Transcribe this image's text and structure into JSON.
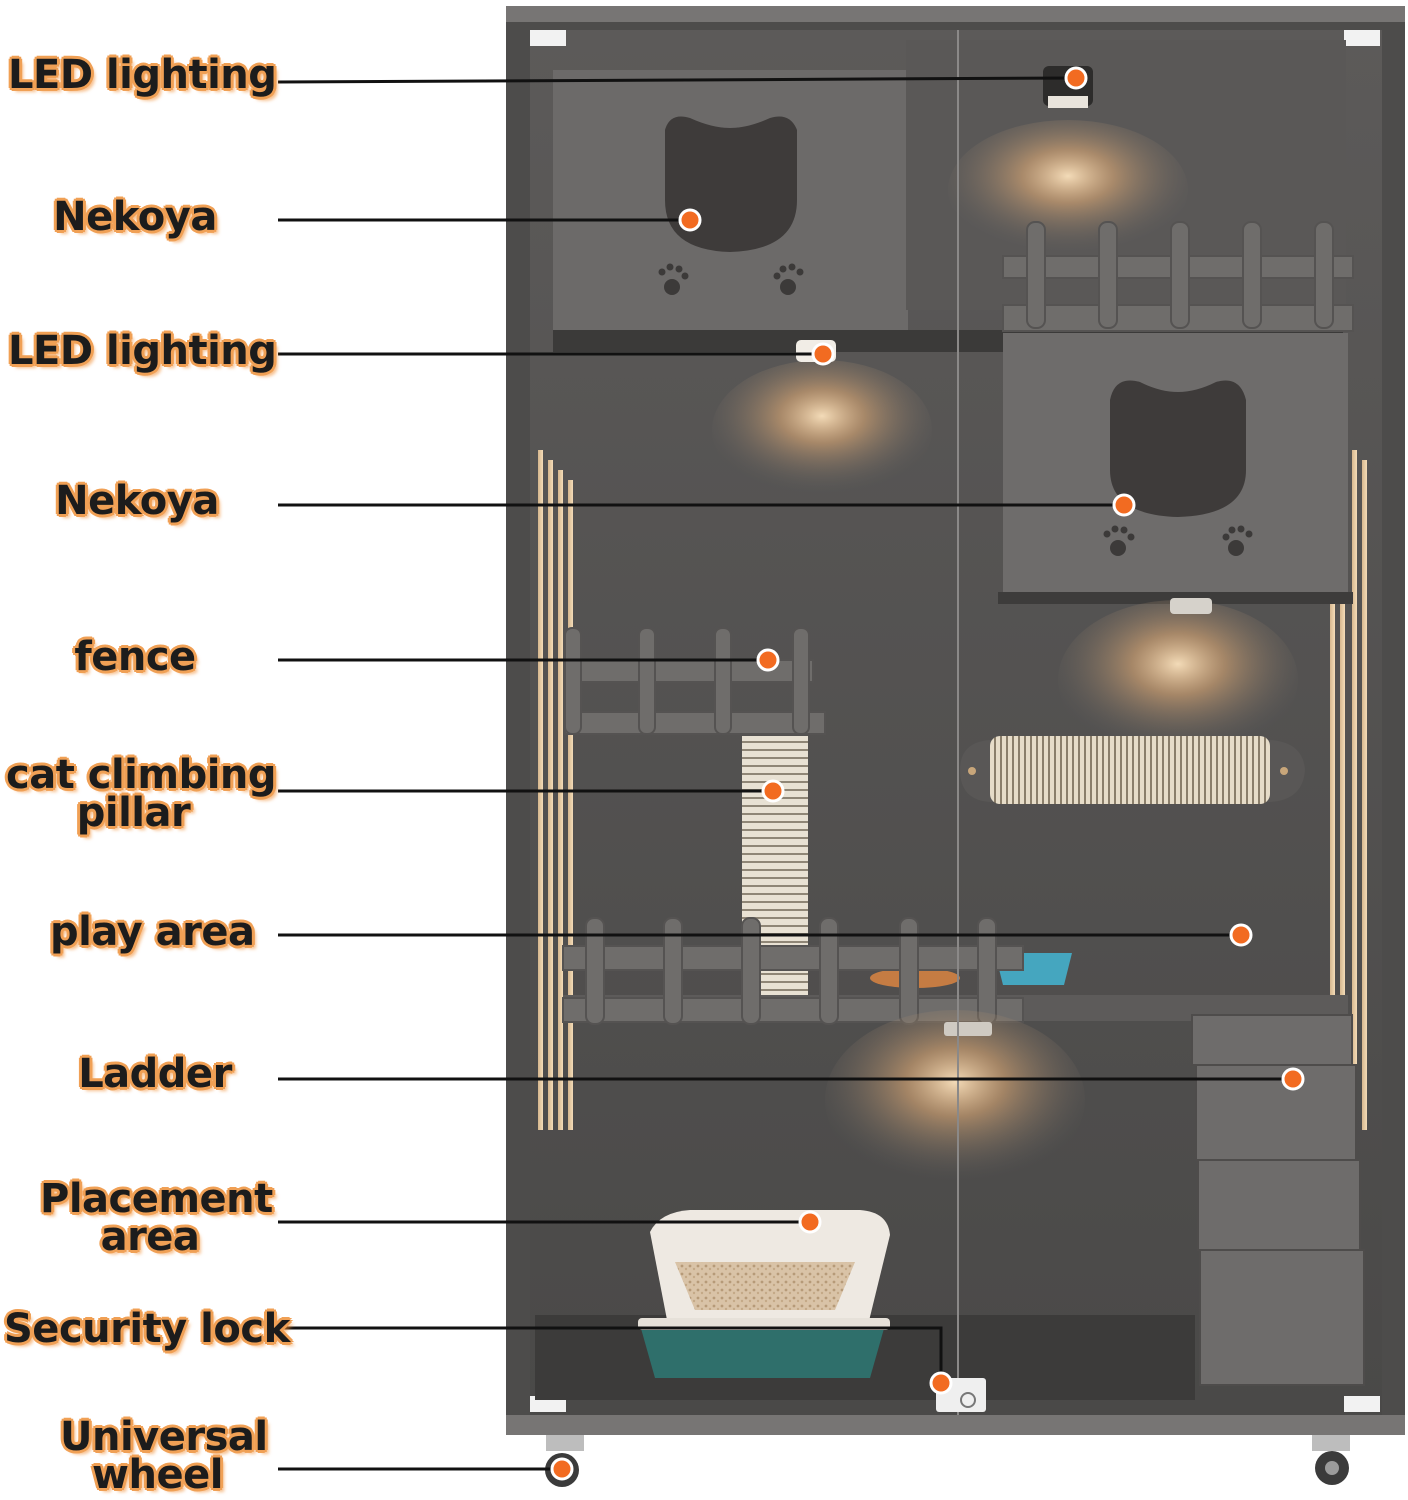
{
  "colors": {
    "marker": "#f26b21",
    "label_glow": "#f0a055",
    "cabinet": "#5f5d5c",
    "cabinet_dark": "#3f3e3d",
    "panel": "#6b6968",
    "glow": "#f3c48a"
  },
  "labels": [
    {
      "id": "led-lighting-top",
      "lines": [
        "LED lighting"
      ]
    },
    {
      "id": "nekoya-top",
      "lines": [
        "Nekoya"
      ]
    },
    {
      "id": "led-lighting-mid",
      "lines": [
        "LED lighting"
      ]
    },
    {
      "id": "nekoya-mid",
      "lines": [
        "Nekoya"
      ]
    },
    {
      "id": "fence",
      "lines": [
        "fence"
      ]
    },
    {
      "id": "cat-climbing-pillar",
      "lines": [
        "cat climbing",
        "pillar"
      ]
    },
    {
      "id": "play-area",
      "lines": [
        "play area"
      ]
    },
    {
      "id": "ladder",
      "lines": [
        "Ladder"
      ]
    },
    {
      "id": "placement-area",
      "lines": [
        "Placement",
        "area"
      ]
    },
    {
      "id": "security-lock",
      "lines": [
        "Security lock"
      ]
    },
    {
      "id": "universal-wheel",
      "lines": [
        "Universal",
        "wheel"
      ]
    }
  ]
}
